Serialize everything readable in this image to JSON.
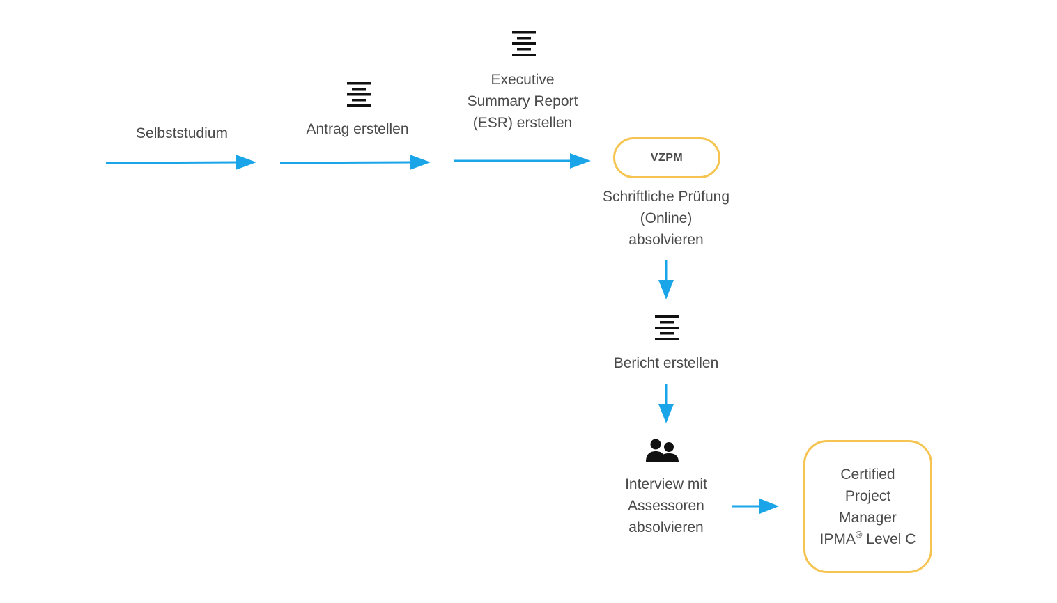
{
  "colors": {
    "arrow": "#1aa5e8",
    "badge_border": "#f5c451",
    "text": "#4a4a4a",
    "icon": "#111111",
    "frame_border": "#9a9a9a"
  },
  "steps": {
    "selbststudium": {
      "label": "Selbststudium"
    },
    "antrag": {
      "label": "Antrag erstellen",
      "icon": "document-lines-icon"
    },
    "esr": {
      "lines": [
        "Executive",
        "Summary Report",
        "(ESR) erstellen"
      ],
      "icon": "document-lines-icon"
    },
    "pruefung": {
      "badge": "VZPM",
      "lines": [
        "Schriftliche Prüfung",
        "(Online)",
        "absolvieren"
      ]
    },
    "bericht": {
      "label": "Bericht erstellen",
      "icon": "document-lines-icon"
    },
    "interview": {
      "lines": [
        "Interview mit",
        "Assessoren",
        "absolvieren"
      ],
      "icon": "people-icon"
    }
  },
  "certificate": {
    "lines": [
      "Certified",
      "Project",
      "Manager"
    ],
    "last_line_prefix": "IPMA",
    "last_line_sup": "®",
    "last_line_suffix": " Level C"
  }
}
